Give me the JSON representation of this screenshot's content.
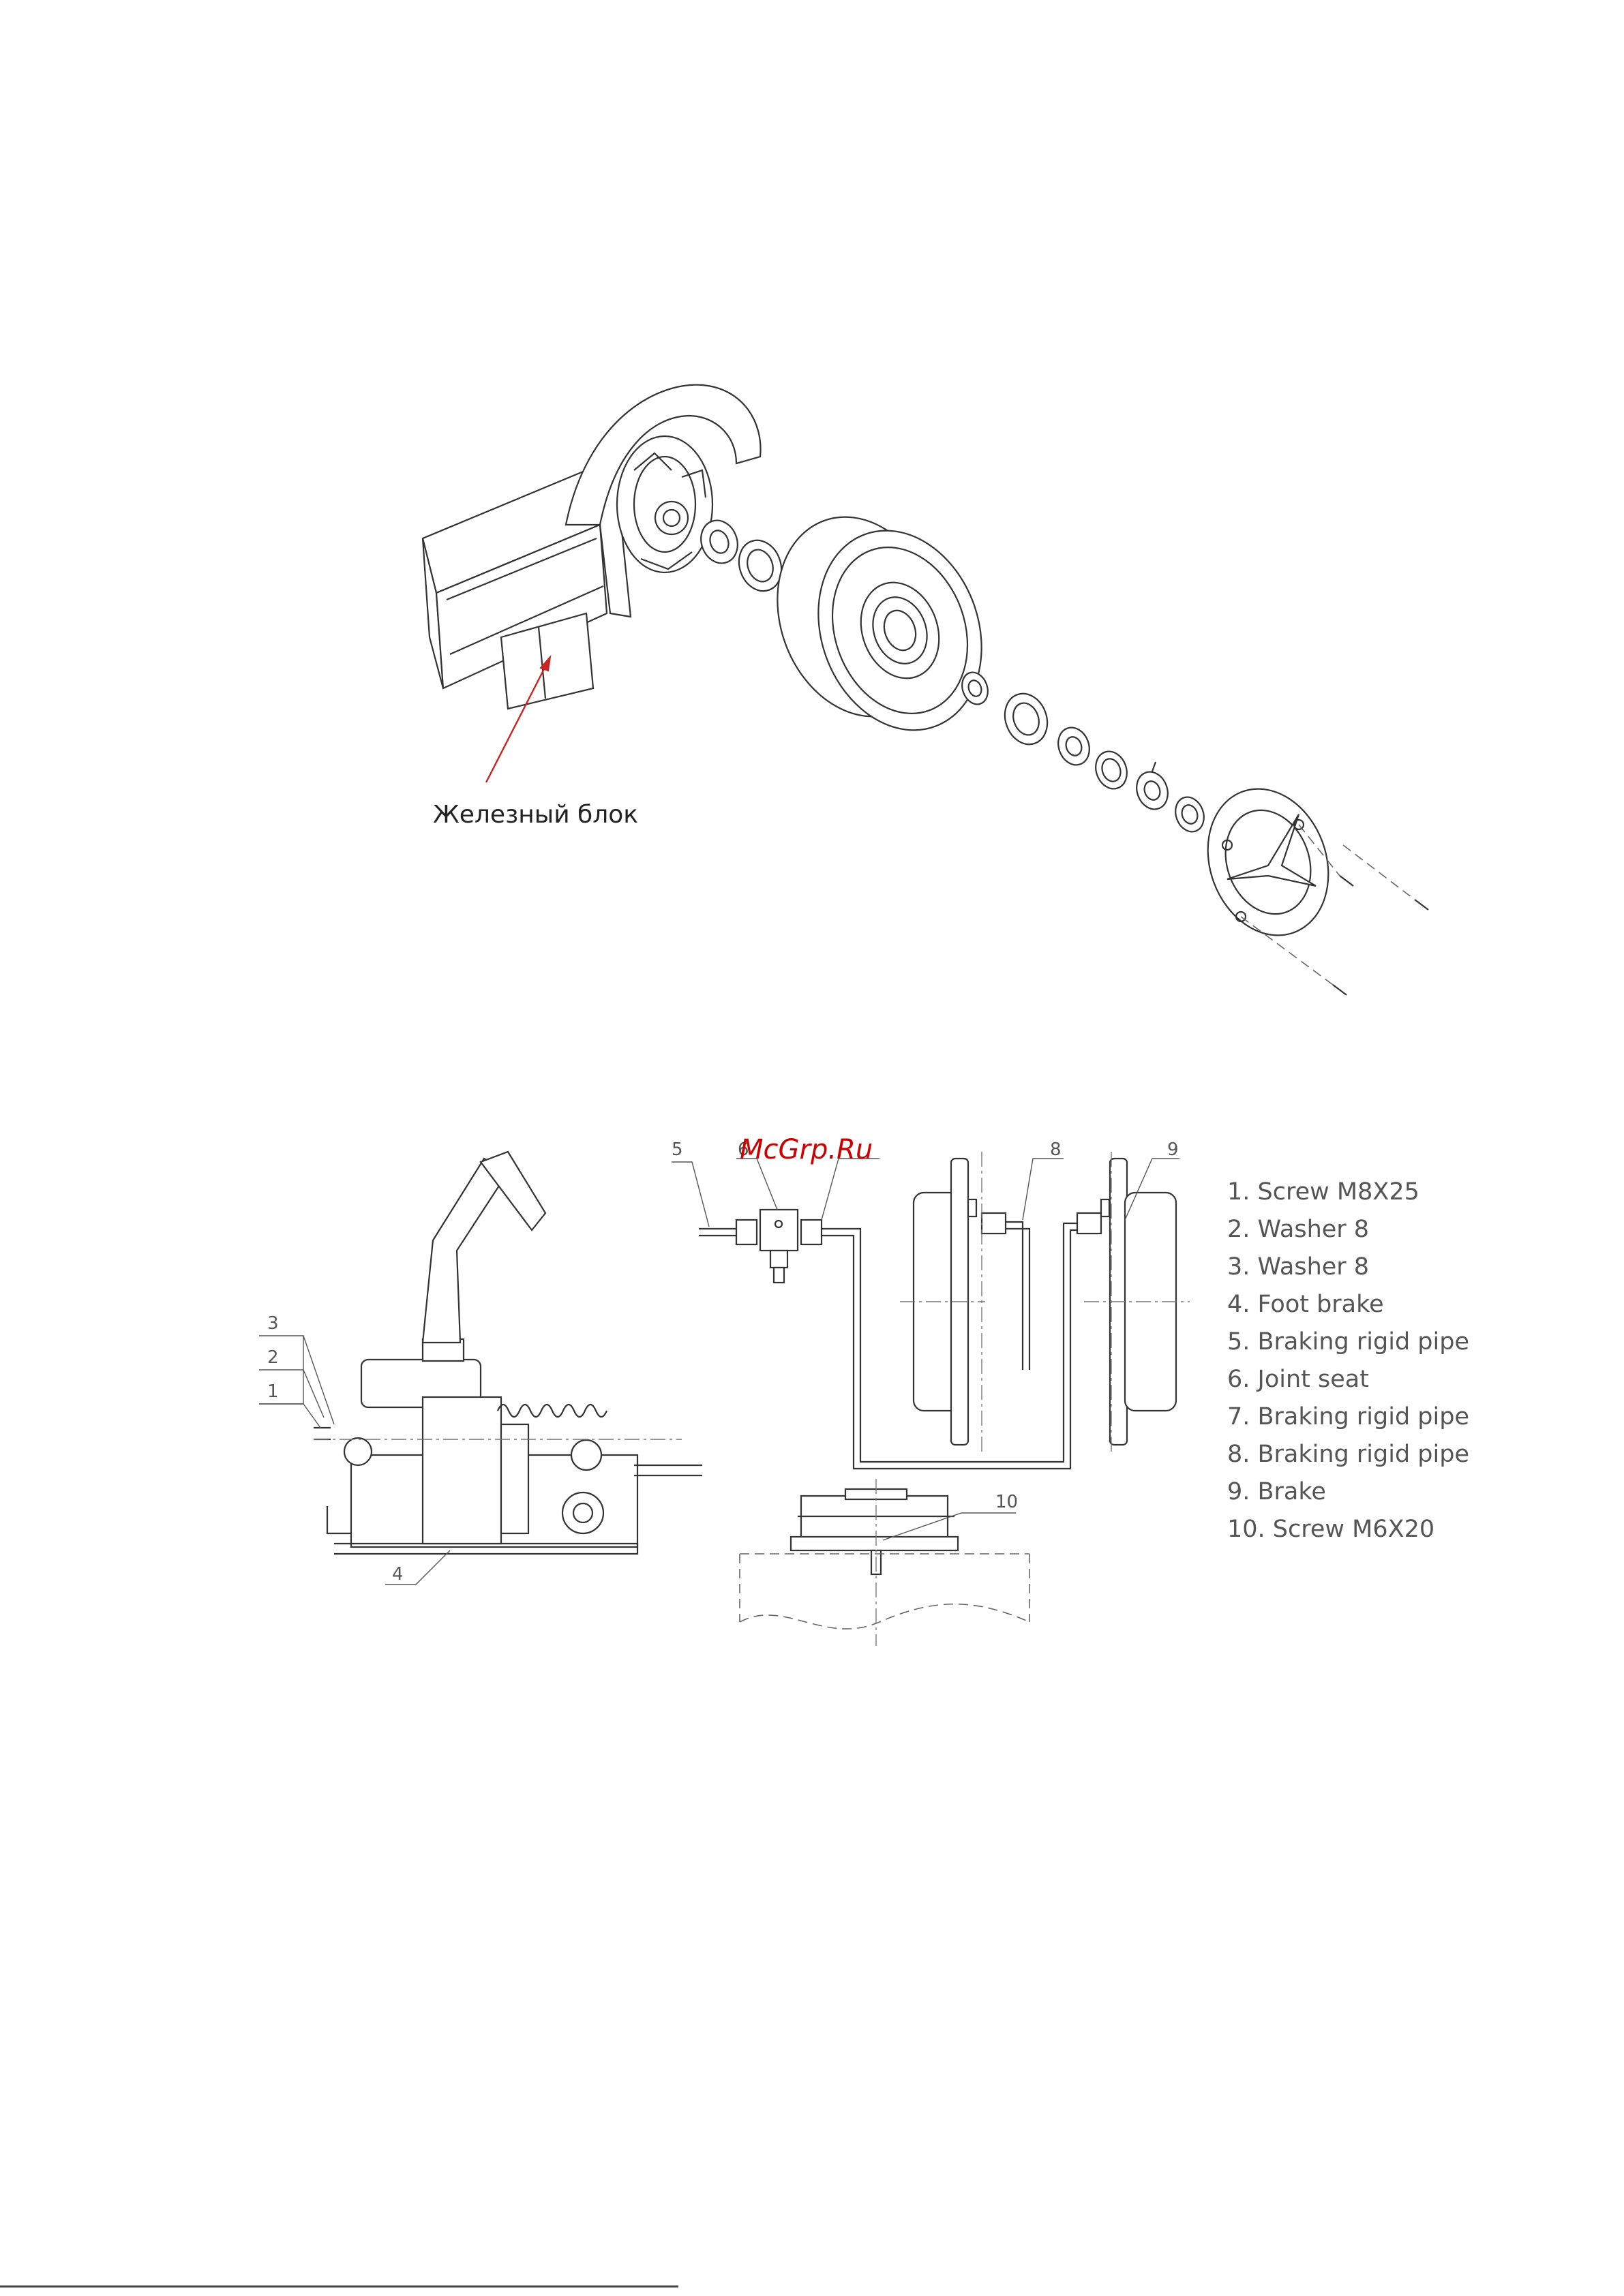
{
  "figure1": {
    "caption": "Железный блок",
    "arrow_color": "#cc2222"
  },
  "figure2": {
    "watermark": "McGrp.Ru",
    "watermark_color": "#cc0000",
    "callouts": {
      "c1": "1",
      "c2": "2",
      "c3": "3",
      "c4": "4",
      "c5": "5",
      "c6": "6",
      "c8": "8",
      "c9": "9",
      "c10": "10"
    },
    "legend": [
      "1. Screw M8X25",
      "2. Washer 8",
      "3. Washer 8",
      "4. Foot brake",
      "5. Braking rigid pipe",
      "6. Joint seat",
      "7. Braking rigid pipe",
      "8. Braking rigid pipe",
      "9. Brake",
      "10. Screw M6X20"
    ]
  }
}
